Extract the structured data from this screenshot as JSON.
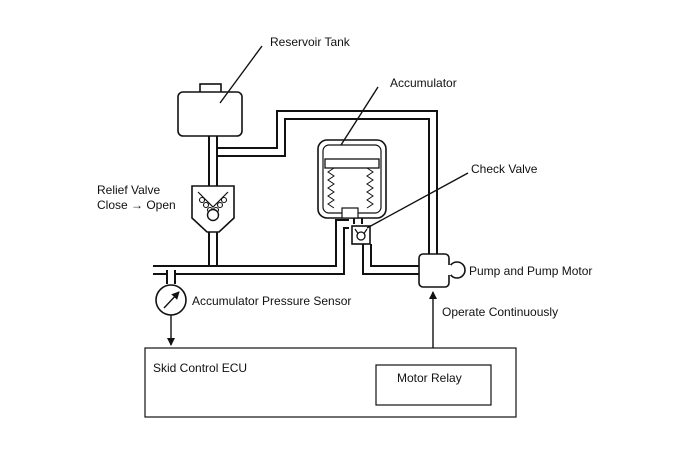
{
  "labels": {
    "reservoir_tank": "Reservoir Tank",
    "accumulator": "Accumulator",
    "relief_valve_line1": "Relief Valve",
    "relief_valve_line2": "Close → Open",
    "check_valve": "Check Valve",
    "pump_motor": "Pump and Pump Motor",
    "pressure_sensor": "Accumulator Pressure Sensor",
    "operate_continuously": "Operate Continuously",
    "skid_control_ecu": "Skid Control ECU",
    "motor_relay": "Motor Relay"
  }
}
